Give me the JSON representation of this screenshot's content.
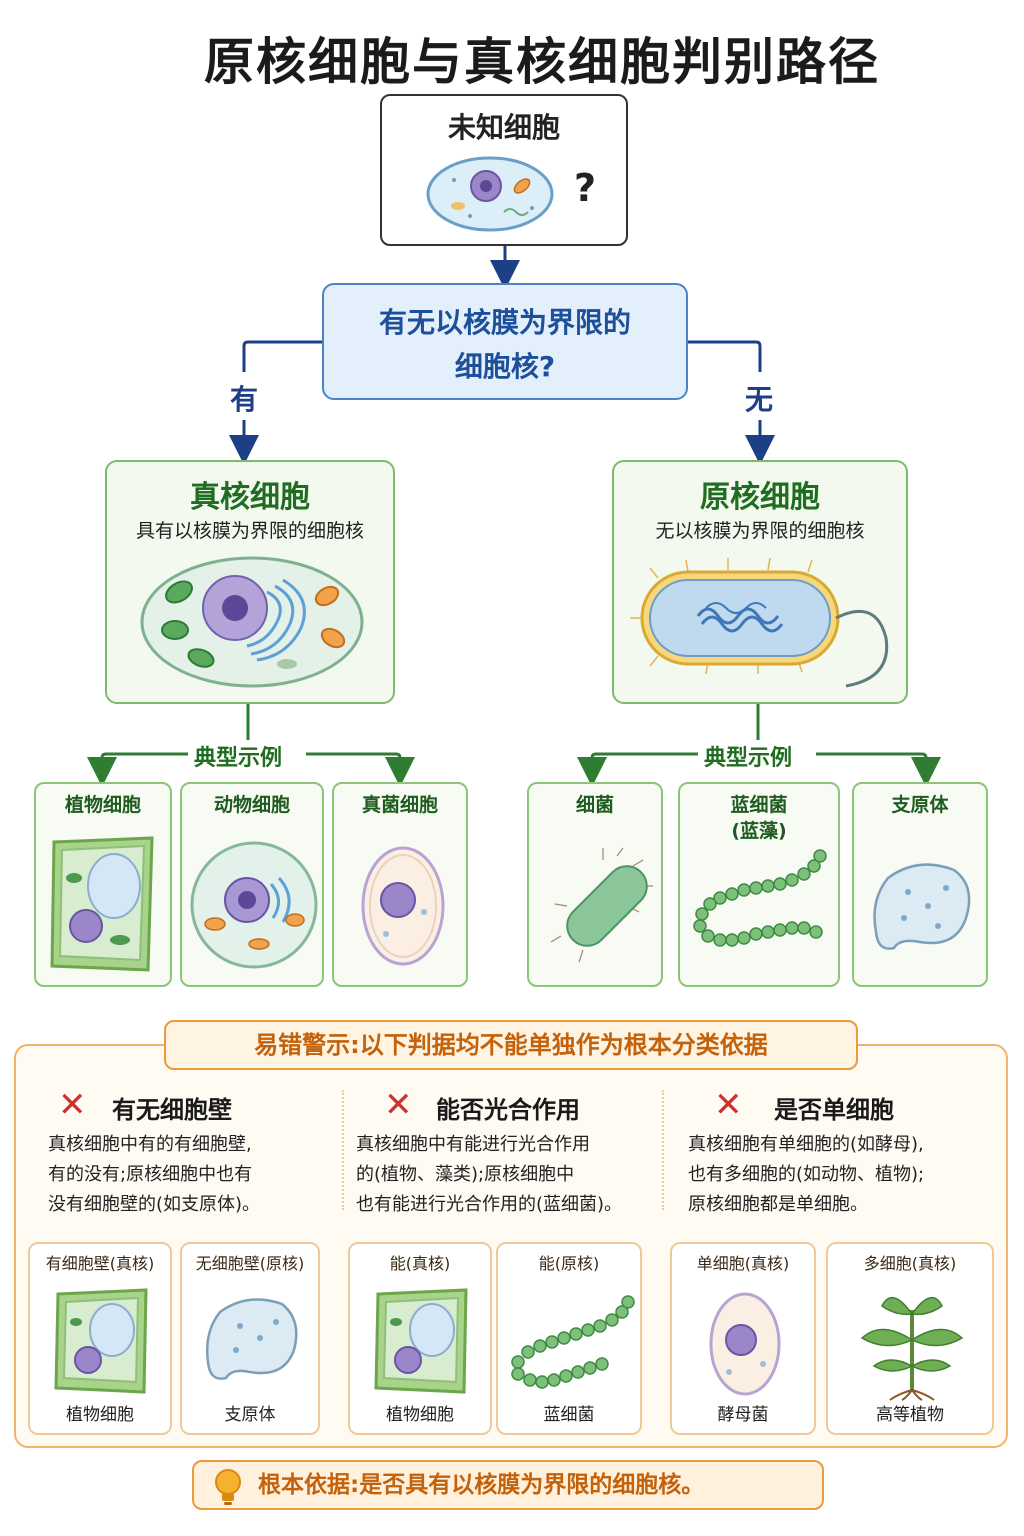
{
  "title": "原核细胞与真核细胞判别路径",
  "unknown": {
    "label": "未知细胞",
    "mark": "?"
  },
  "question": {
    "line1": "有无以核膜为界限的",
    "line2": "细胞核?"
  },
  "branches": {
    "yes": "有",
    "no": "无"
  },
  "eukaryote": {
    "title": "真核细胞",
    "desc": "具有以核膜为界限的细胞核",
    "examples_title": "典型示例",
    "examples": [
      {
        "label": "植物细胞",
        "icon": "plant-cell-icon"
      },
      {
        "label": "动物细胞",
        "icon": "animal-cell-icon"
      },
      {
        "label": "真菌细胞",
        "icon": "fungal-cell-icon"
      }
    ]
  },
  "prokaryote": {
    "title": "原核细胞",
    "desc": "无以核膜为界限的细胞核",
    "examples_title": "典型示例",
    "examples": [
      {
        "label": "细菌",
        "icon": "bacterium-icon"
      },
      {
        "label": "蓝细菌",
        "label2": "(蓝藻)",
        "icon": "cyanobacteria-icon"
      },
      {
        "label": "支原体",
        "icon": "mycoplasma-icon"
      }
    ]
  },
  "warning": {
    "title": "易错警示:以下判据均不能单独作为根本分类依据",
    "items": [
      {
        "heading": "有无细胞壁",
        "lines": [
          "真核细胞中有的有细胞壁,",
          "有的没有;原核细胞中也有",
          "没有细胞壁的(如支原体)。"
        ],
        "cards": [
          {
            "tag": "有细胞壁(真核)",
            "caption": "植物细胞"
          },
          {
            "tag": "无细胞壁(原核)",
            "caption": "支原体"
          }
        ]
      },
      {
        "heading": "能否光合作用",
        "lines": [
          "真核细胞中有能进行光合作用",
          "的(植物、藻类);原核细胞中",
          "也有能进行光合作用的(蓝细菌)。"
        ],
        "cards": [
          {
            "tag": "能(真核)",
            "caption": "植物细胞"
          },
          {
            "tag": "能(原核)",
            "caption": "蓝细菌"
          }
        ]
      },
      {
        "heading": "是否单细胞",
        "lines": [
          "真核细胞有单细胞的(如酵母),",
          "也有多细胞的(如动物、植物);",
          "原核细胞都是单细胞。"
        ],
        "cards": [
          {
            "tag": "单细胞(真核)",
            "caption": "酵母菌"
          },
          {
            "tag": "多细胞(真核)",
            "caption": "高等植物"
          }
        ]
      }
    ]
  },
  "footer": "根本依据:是否具有以核膜为界限的细胞核。",
  "colors": {
    "navy": "#1d3f85",
    "green": "#1f6d20",
    "orange": "#c4620c",
    "red": "#d0312d"
  }
}
